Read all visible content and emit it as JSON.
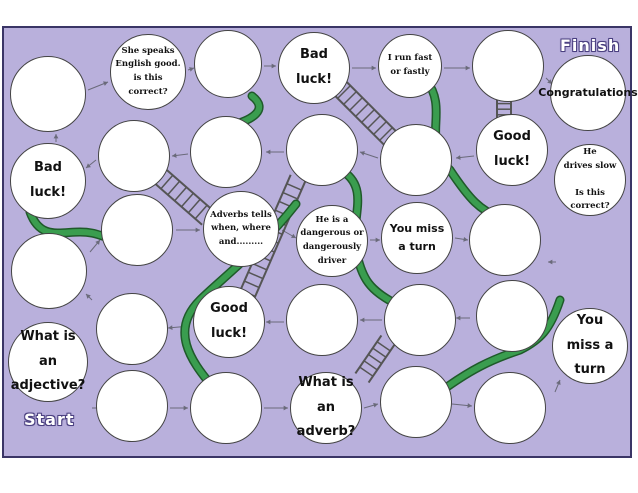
{
  "board": {
    "background": "#b9b0dc",
    "border_color": "#3a3566",
    "snake_color": "#3a9d4f",
    "start_label": "Start",
    "finish_label": "Finish"
  },
  "squares": [
    {
      "text": "What is\nan\nadjective?",
      "style": "big"
    },
    {
      "text": "",
      "style": "big"
    },
    {
      "text": "",
      "style": "big"
    },
    {
      "text": "What is\nan\nadverb?",
      "style": "big"
    },
    {
      "text": "",
      "style": "big"
    },
    {
      "text": "",
      "style": "big"
    },
    {
      "text": "You\nmiss a\nturn",
      "style": "big"
    },
    {
      "text": "",
      "style": "big"
    },
    {
      "text": "",
      "style": "big"
    },
    {
      "text": "",
      "style": "big"
    },
    {
      "text": "Good\nluck!",
      "style": "big"
    },
    {
      "text": "",
      "style": "big"
    },
    {
      "text": "",
      "style": "big"
    },
    {
      "text": "",
      "style": "big"
    },
    {
      "text": "Adverbs tells\nwhen, where\nand.........",
      "style": "sm"
    },
    {
      "text": "He is a\ndangerous or\ndangerously\ndriver",
      "style": "sm"
    },
    {
      "text": "You miss\na turn",
      "style": "med"
    },
    {
      "text": "",
      "style": "big"
    },
    {
      "text": "He\ndrives slow\n\nIs this\ncorrect?",
      "style": "sm"
    },
    {
      "text": "Good\nluck!",
      "style": "big"
    },
    {
      "text": "",
      "style": "big"
    },
    {
      "text": "",
      "style": "big"
    },
    {
      "text": "",
      "style": "big"
    },
    {
      "text": "",
      "style": "big"
    },
    {
      "text": "Bad\nluck!",
      "style": "big"
    },
    {
      "text": "",
      "style": "big"
    },
    {
      "text": "She speaks\nEnglish good.\nis this\ncorrect?",
      "style": "sm"
    },
    {
      "text": "",
      "style": "big"
    },
    {
      "text": "Bad\nluck!",
      "style": "big"
    },
    {
      "text": "I run fast\nor fastly",
      "style": "sm"
    },
    {
      "text": "Congratulations",
      "style": "med"
    }
  ]
}
